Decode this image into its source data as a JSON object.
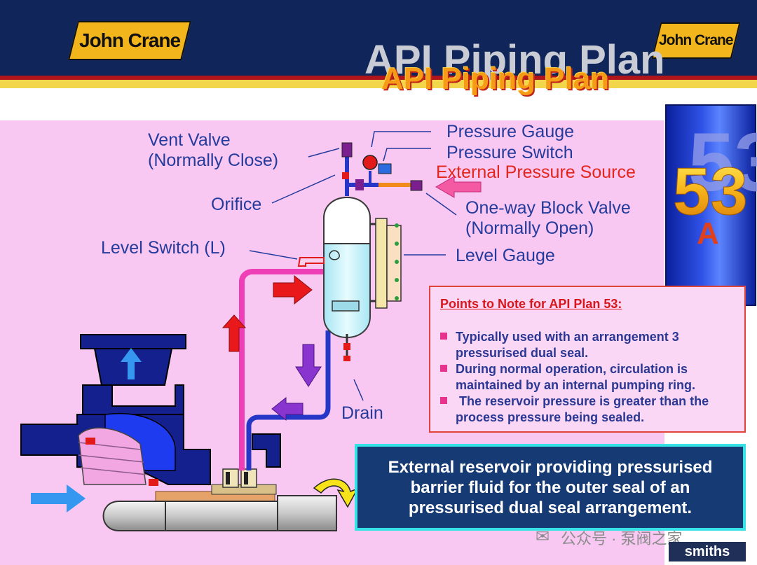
{
  "header": {
    "logo_left": "John Crane",
    "logo_right": "John Crane",
    "title_shadow": "API Piping Plan",
    "title": "API Piping Plan"
  },
  "plan": {
    "number": "53",
    "suffix": "A"
  },
  "labels": {
    "vent_valve": "Vent Valve",
    "vent_valve_state": "(Normally Close)",
    "orifice": "Orifice",
    "level_switch": "Level Switch (L)",
    "pressure_gauge": "Pressure Gauge",
    "pressure_switch": "Pressure Switch",
    "external_pressure_source": "External Pressure Source",
    "block_valve": "One-way Block Valve",
    "block_valve_state": "(Normally Open)",
    "level_gauge": "Level Gauge",
    "drain": "Drain"
  },
  "notes": {
    "title": "Points to Note for API Plan 53:",
    "items": [
      "Typically used with an arrangement 3 pressurised dual seal.",
      "During normal operation, circulation is maintained by an internal pumping ring.",
      " The reservoir pressure is greater than the process pressure being sealed."
    ]
  },
  "caption": "External reservoir providing pressurised barrier fluid for the outer seal of an pressurised dual seal arrangement.",
  "watermark": "公众号 · 泵阀之家",
  "brand": "smiths",
  "colors": {
    "header": "#10265a",
    "accent_red": "#b0151c",
    "accent_gold": "#f2d64c",
    "background_pink": "#f8c8f2",
    "label_blue": "#253b9c",
    "external_source_red": "#e3261d",
    "caption_bg": "#163a74",
    "caption_border": "#37e2e7"
  }
}
